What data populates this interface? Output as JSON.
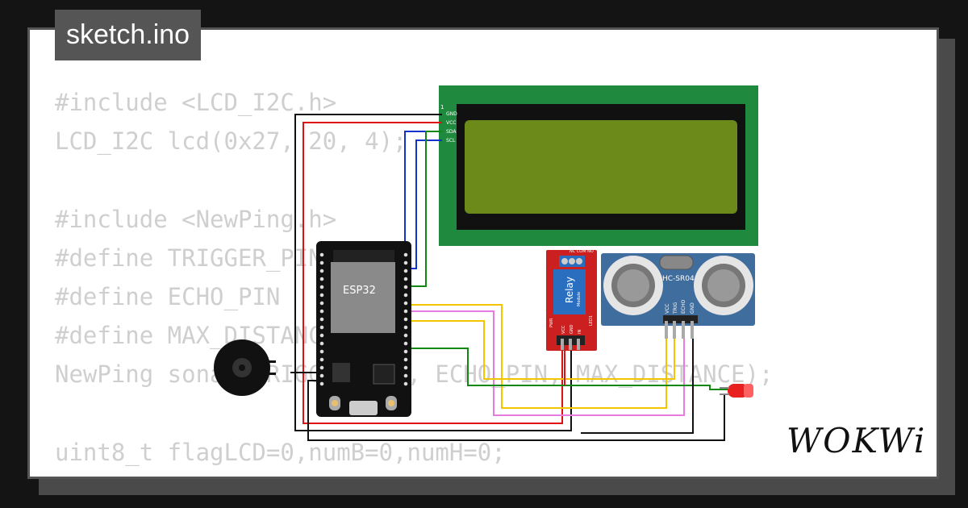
{
  "file_tab": {
    "label": "sketch.ino"
  },
  "code_lines": [
    "#include <LCD_I2C.h>",
    "LCD_I2C lcd(0x27, 20, 4);",
    "",
    "#include <NewPing.h>",
    "#define TRIGGER_PIN",
    "#define ECHO_PIN",
    "#define MAX_DISTANCE 400",
    "NewPing sonar(TRIGGER_PIN, ECHO_PIN, MAX_DISTANCE);",
    "",
    "uint8_t flagLCD=0,numB=0,numH=0;"
  ],
  "lcd": {
    "pin_marker": "1",
    "pins": [
      "GND",
      "VCC",
      "SDA",
      "SCL"
    ]
  },
  "esp32": {
    "label": "ESP32"
  },
  "relay": {
    "title": "Relay",
    "subtitle": "Module",
    "top_pins": "NC COM NO",
    "bottom_pins": [
      "VCC",
      "GND",
      "IN"
    ],
    "side_left": "PWR",
    "side_right": "LED1"
  },
  "ultrasonic": {
    "label": "HC-SR04",
    "pins": [
      "VCC",
      "TRIG",
      "ECHO",
      "GND"
    ]
  },
  "brand": {
    "logo_text": "WOKWi"
  },
  "colors": {
    "background": "#141414",
    "card": "#ffffff",
    "tab": "#555555",
    "lcd_board": "#1f8a3d",
    "lcd_screen": "#6b8a1a",
    "relay": "#cc1f1f",
    "sensor": "#3f6d9e",
    "wire_red": "#e01010",
    "wire_black": "#111111",
    "wire_blue": "#1133cc",
    "wire_green": "#118811",
    "wire_yellow": "#f2c500",
    "wire_pink": "#e77be0"
  }
}
